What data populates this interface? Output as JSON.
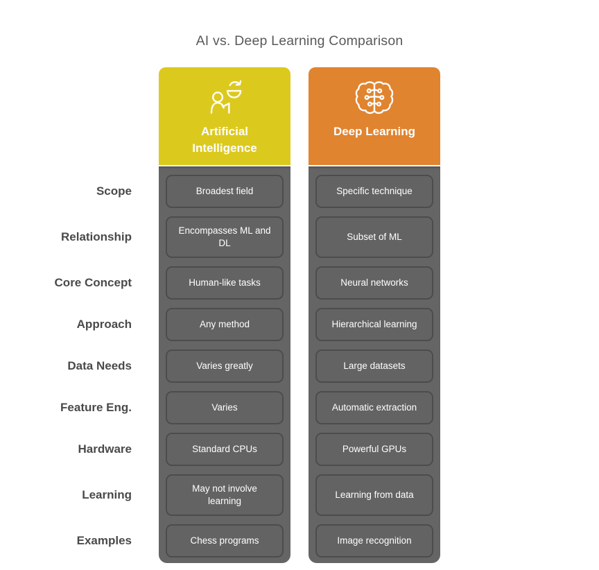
{
  "title": "AI vs. Deep Learning Comparison",
  "columns": [
    {
      "id": "ai",
      "label": "Artificial Intelligence",
      "icon": "person-refresh-icon",
      "header_color": "#dcc91e"
    },
    {
      "id": "dl",
      "label": "Deep Learning",
      "icon": "circuit-brain-icon",
      "header_color": "#e08430"
    }
  ],
  "rows": [
    {
      "label": "Scope",
      "ai": "Broadest field",
      "dl": "Specific technique"
    },
    {
      "label": "Relationship",
      "ai": "Encompasses ML and DL",
      "dl": "Subset of ML"
    },
    {
      "label": "Core Concept",
      "ai": "Human-like tasks",
      "dl": "Neural networks"
    },
    {
      "label": "Approach",
      "ai": "Any method",
      "dl": "Hierarchical learning"
    },
    {
      "label": "Data Needs",
      "ai": "Varies greatly",
      "dl": "Large datasets"
    },
    {
      "label": "Feature Eng.",
      "ai": "Varies",
      "dl": "Automatic extraction"
    },
    {
      "label": "Hardware",
      "ai": "Standard CPUs",
      "dl": "Powerful GPUs"
    },
    {
      "label": "Learning",
      "ai": "May not involve learning",
      "dl": "Learning from data"
    },
    {
      "label": "Examples",
      "ai": "Chess programs",
      "dl": "Image recognition"
    }
  ],
  "colors": {
    "ai_header": "#dcc91e",
    "dl_header": "#e08430",
    "column_bg": "#656565",
    "cell_bg": "#636363",
    "cell_border": "#4c4c4c",
    "title_text": "#595959",
    "row_label_text": "#4a4a4a",
    "text_on_dark": "#ffffff"
  }
}
